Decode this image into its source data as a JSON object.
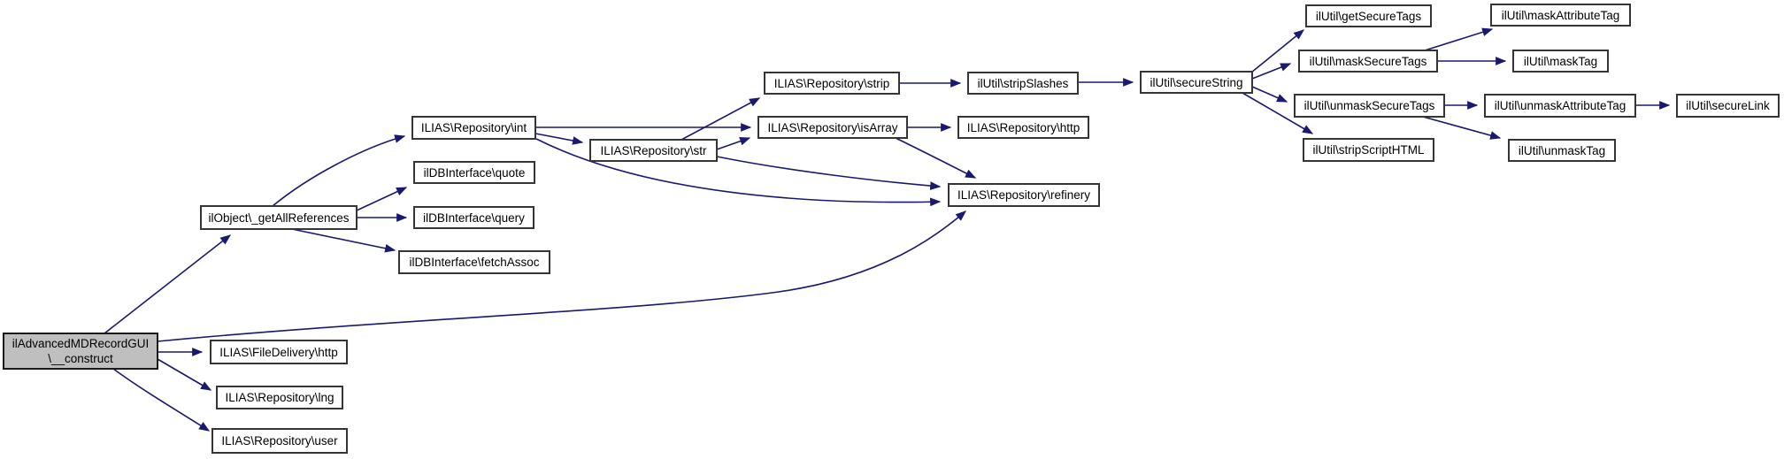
{
  "diagram": {
    "type": "call-graph",
    "edge_color": "#191970",
    "node_fill": "#ffffff",
    "node_border_color": "#353535",
    "root_node_fill": "#bfbfbf",
    "nodes": {
      "construct": {
        "line1": "ilAdvancedMDRecordGUI",
        "line2": "\\__construct",
        "label": "ilAdvancedMDRecordGUI\\__construct"
      },
      "getAllReferences": {
        "label": "ilObject\\_getAllReferences"
      },
      "int": {
        "label": "ILIAS\\Repository\\int"
      },
      "quote": {
        "label": "ilDBInterface\\quote"
      },
      "query": {
        "label": "ilDBInterface\\query"
      },
      "fetchAssoc": {
        "label": "ilDBInterface\\fetchAssoc"
      },
      "str": {
        "label": "ILIAS\\Repository\\str"
      },
      "strip": {
        "label": "ILIAS\\Repository\\strip"
      },
      "isArray": {
        "label": "ILIAS\\Repository\\isArray"
      },
      "httpRepo": {
        "label": "ILIAS\\Repository\\http"
      },
      "refinery": {
        "label": "ILIAS\\Repository\\refinery"
      },
      "stripSlashes": {
        "label": "ilUtil\\stripSlashes"
      },
      "secureString": {
        "label": "ilUtil\\secureString"
      },
      "getSecureTags": {
        "label": "ilUtil\\getSecureTags"
      },
      "maskSecureTags": {
        "label": "ilUtil\\maskSecureTags"
      },
      "unmaskSecureTags": {
        "label": "ilUtil\\unmaskSecureTags"
      },
      "stripScriptHTML": {
        "label": "ilUtil\\stripScriptHTML"
      },
      "maskAttributeTag": {
        "label": "ilUtil\\maskAttributeTag"
      },
      "maskTag": {
        "label": "ilUtil\\maskTag"
      },
      "unmaskAttributeTag": {
        "label": "ilUtil\\unmaskAttributeTag"
      },
      "unmaskTag": {
        "label": "ilUtil\\unmaskTag"
      },
      "secureLink": {
        "label": "ilUtil\\secureLink"
      },
      "fileDeliveryHttp": {
        "label": "ILIAS\\FileDelivery\\http"
      },
      "lng": {
        "label": "ILIAS\\Repository\\lng"
      },
      "user": {
        "label": "ILIAS\\Repository\\user"
      }
    },
    "edges": [
      {
        "from": "construct",
        "to": "getAllReferences"
      },
      {
        "from": "construct",
        "to": "refinery"
      },
      {
        "from": "construct",
        "to": "fileDeliveryHttp"
      },
      {
        "from": "construct",
        "to": "lng"
      },
      {
        "from": "construct",
        "to": "user"
      },
      {
        "from": "getAllReferences",
        "to": "int"
      },
      {
        "from": "getAllReferences",
        "to": "quote"
      },
      {
        "from": "getAllReferences",
        "to": "query"
      },
      {
        "from": "getAllReferences",
        "to": "fetchAssoc"
      },
      {
        "from": "int",
        "to": "isArray"
      },
      {
        "from": "int",
        "to": "str"
      },
      {
        "from": "int",
        "to": "refinery"
      },
      {
        "from": "str",
        "to": "strip"
      },
      {
        "from": "str",
        "to": "isArray"
      },
      {
        "from": "str",
        "to": "refinery"
      },
      {
        "from": "isArray",
        "to": "httpRepo"
      },
      {
        "from": "isArray",
        "to": "refinery"
      },
      {
        "from": "strip",
        "to": "stripSlashes"
      },
      {
        "from": "stripSlashes",
        "to": "secureString"
      },
      {
        "from": "secureString",
        "to": "getSecureTags"
      },
      {
        "from": "secureString",
        "to": "maskSecureTags"
      },
      {
        "from": "secureString",
        "to": "unmaskSecureTags"
      },
      {
        "from": "secureString",
        "to": "stripScriptHTML"
      },
      {
        "from": "maskSecureTags",
        "to": "maskAttributeTag"
      },
      {
        "from": "maskSecureTags",
        "to": "maskTag"
      },
      {
        "from": "unmaskSecureTags",
        "to": "unmaskAttributeTag"
      },
      {
        "from": "unmaskSecureTags",
        "to": "unmaskTag"
      },
      {
        "from": "unmaskAttributeTag",
        "to": "secureLink"
      }
    ]
  }
}
